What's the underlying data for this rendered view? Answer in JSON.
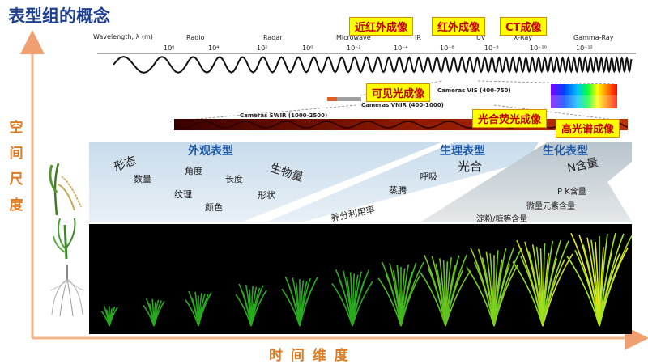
{
  "title": "表型组的概念",
  "y_axis_label": [
    "空",
    "间",
    "尺",
    "度"
  ],
  "x_axis_label": "时 间 维 度",
  "spectrum": {
    "wavelength_label": "Wavelength, λ (m)",
    "bands": [
      "Radio",
      "Radar",
      "Microwave",
      "IR",
      "UV",
      "X-Ray",
      "Gamma-Ray"
    ],
    "exponents": [
      "10⁶",
      "10⁴",
      "10²",
      "10⁰",
      "10⁻²",
      "10⁻⁴",
      "10⁻⁶",
      "10⁻⁸",
      "10⁻¹⁰",
      "10⁻¹²"
    ]
  },
  "imaging_labels": [
    "近红外成像",
    "红外成像",
    "CT成像",
    "可见光成像",
    "光合荧光成像",
    "高光谱成像"
  ],
  "cameras": {
    "vis": "Cameras VIS (400-750)",
    "vnir": "Cameras VNIR (400-1000)",
    "swir": "Cameras SWIR (1000-2500)"
  },
  "categories": {
    "appearance": "外观表型",
    "physiology": "生理表型",
    "biochemical": "生化表型"
  },
  "traits": {
    "xingtai": "形态",
    "shuliang": "数量",
    "jiaodu": "角度",
    "changdu": "长度",
    "wenli": "纹理",
    "yanse": "颜色",
    "xingzhuang": "形状",
    "shengwuliang": "生物量",
    "huxi": "呼吸",
    "zhengteng": "蒸腾",
    "guanghe": "光合",
    "yangfen": "养分利用率",
    "nhanliang": "N含量",
    "pkhanliang": "P K含量",
    "weiliang": "微量元素含量",
    "dianfen": "淀粉/糖等含量"
  },
  "colors": {
    "title": "#1f3f8f",
    "axis": "#e07a20",
    "category": "#1e5aa8",
    "label_bg": "#ffff00",
    "label_text": "#c00000"
  }
}
